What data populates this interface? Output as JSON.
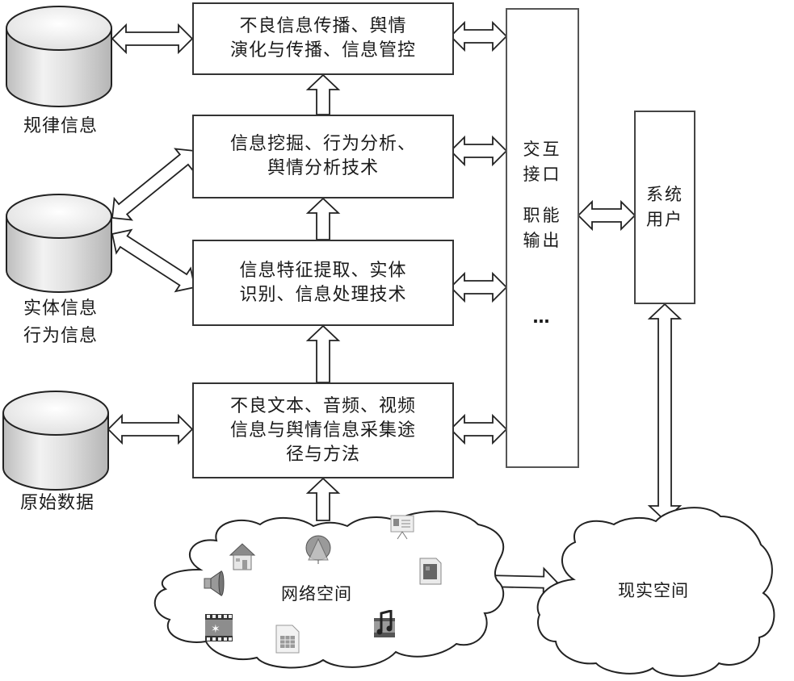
{
  "diagram": {
    "process_boxes": [
      {
        "id": "control",
        "text": "不良信息传播、舆情\n演化与传播、信息管控"
      },
      {
        "id": "mining",
        "text": "信息挖掘、行为分析、\n舆情分析技术"
      },
      {
        "id": "extraction",
        "text": "信息特征提取、实体\n识别、信息处理技术"
      },
      {
        "id": "collection",
        "text": "不良文本、音频、视频\n信息与舆情信息采集途\n径与方法"
      }
    ],
    "databases": [
      {
        "id": "rules",
        "label": "规律信息"
      },
      {
        "id": "entity",
        "label": "实体信息\n行为信息"
      },
      {
        "id": "raw",
        "label": "原始数据"
      }
    ],
    "interface_box": {
      "line1": "交互\n接口",
      "line2": "职能\n输出",
      "ellipsis": "…"
    },
    "user_box": {
      "text": "系统\n用户"
    },
    "clouds": [
      {
        "id": "cyberspace",
        "label": "网络空间",
        "icons": [
          "house-icon",
          "globe-icon",
          "presentation-icon",
          "image-file-icon",
          "speaker-icon",
          "video-icon",
          "spreadsheet-icon",
          "music-video-icon"
        ]
      },
      {
        "id": "real-space",
        "label": "现实空间"
      }
    ],
    "colors": {
      "stroke": "#222222",
      "box_border": "#333333",
      "background": "#ffffff",
      "cylinder_light": "#f4f4f4",
      "cylinder_dark": "#c8c8c8"
    }
  }
}
